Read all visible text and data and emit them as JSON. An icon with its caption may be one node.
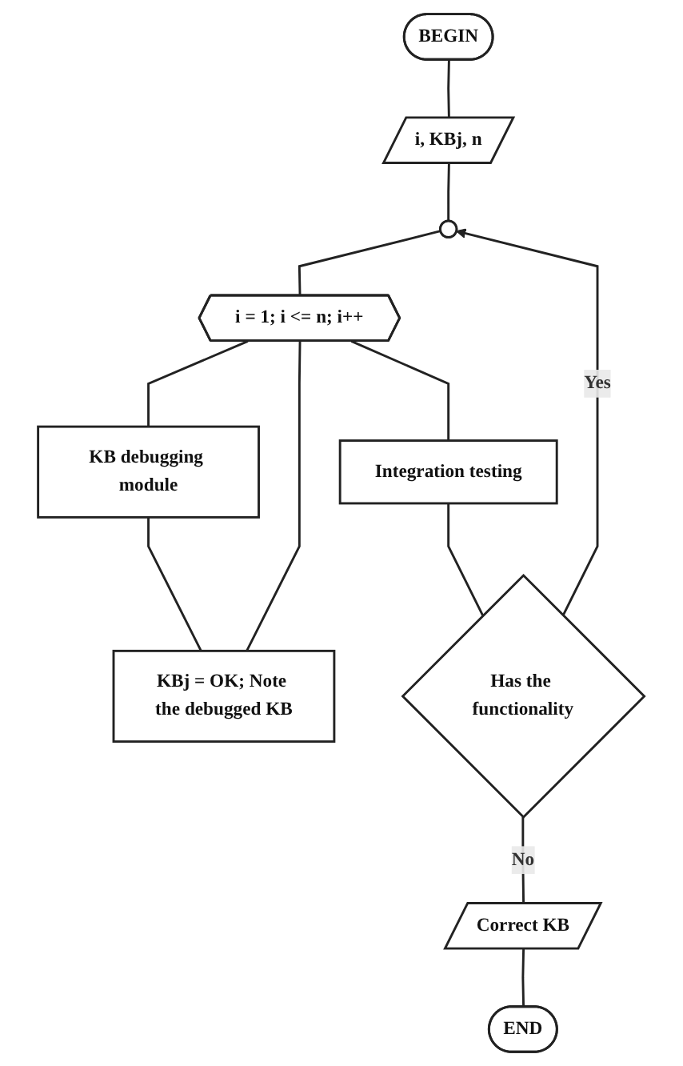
{
  "diagram": {
    "nodes": [
      {
        "text": [
          "BEGIN"
        ]
      },
      {
        "text": [
          "i, KBj, n"
        ]
      },
      {
        "text": [],
        "shape": "circle"
      },
      {
        "text": [
          "i = 1; i <= n; i++"
        ]
      },
      {
        "text": [
          "KB debugging module"
        ]
      },
      {
        "text": [
          "KBj = OK; Note the debugged KB"
        ]
      },
      {
        "text": [
          "Integration testing"
        ]
      },
      {
        "text": [
          "Has the functionality"
        ]
      },
      {
        "text": [
          "Correct KB"
        ]
      },
      {
        "text": [
          "END"
        ]
      }
    ],
    "edges": [
      {
        "from": 0,
        "to": 1,
        "arrow": "none"
      },
      {
        "from": 1,
        "to": 2,
        "arrow": "none"
      },
      {
        "from": 2,
        "to": 3,
        "arrow": "none"
      },
      {
        "from": 3,
        "to": 4,
        "arrow": "none"
      },
      {
        "from": 4,
        "to": 5,
        "arrow": "none"
      },
      {
        "from": 5,
        "to": 3,
        "arrow": "none"
      },
      {
        "from": 3,
        "to": 6,
        "arrow": "none"
      },
      {
        "from": 6,
        "to": 7,
        "arrow": "none"
      },
      {
        "from": 7,
        "to": 2,
        "label": "Yes",
        "arrow": "to"
      },
      {
        "from": 7,
        "to": 8,
        "label": "No",
        "arrow": "none"
      },
      {
        "from": 8,
        "to": 9,
        "arrow": "none"
      }
    ]
  }
}
